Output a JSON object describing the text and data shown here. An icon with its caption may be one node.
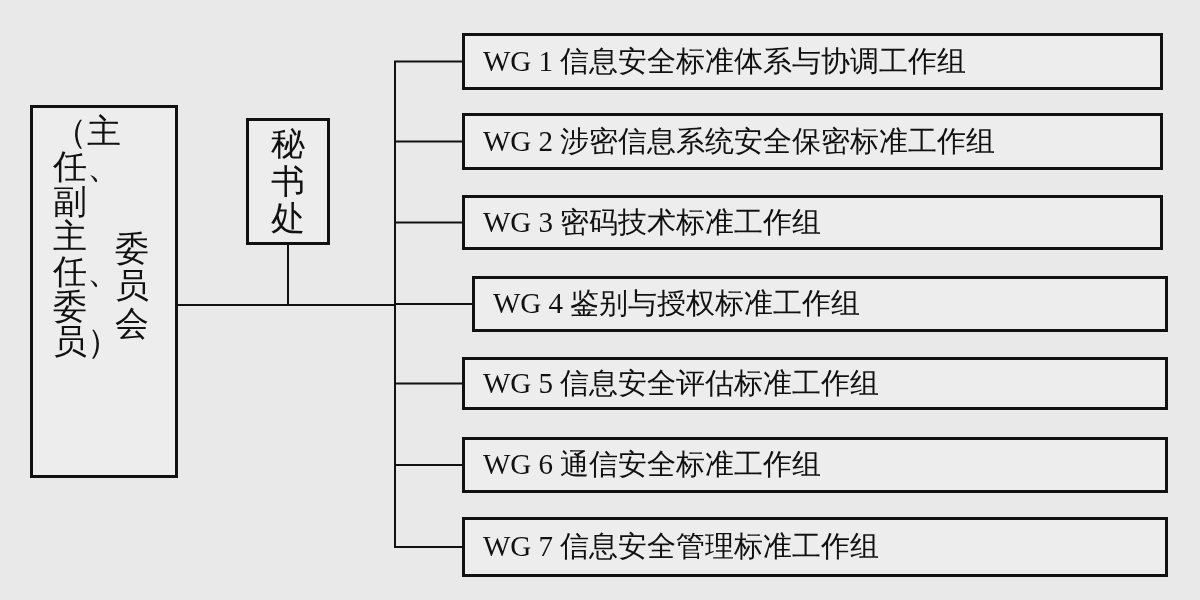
{
  "diagram": {
    "nodes": [
      {
        "text": [
          "（主任、副主任、委员）",
          "委员会"
        ]
      },
      {
        "text": [
          "秘书处"
        ]
      },
      {
        "text": [
          "WG 1 信息安全标准体系与协调工作组"
        ]
      },
      {
        "text": [
          "WG 2 涉密信息系统安全保密标准工作组"
        ]
      },
      {
        "text": [
          "WG 3 密码技术标准工作组"
        ]
      },
      {
        "text": [
          "WG 4 鉴别与授权标准工作组"
        ]
      },
      {
        "text": [
          "WG 5 信息安全评估标准工作组"
        ]
      },
      {
        "text": [
          "WG 6 通信安全标准工作组"
        ]
      },
      {
        "text": [
          "WG 7 信息安全管理标准工作组"
        ]
      }
    ],
    "edges": [
      {
        "from": 0,
        "to": 1,
        "arrow": "none"
      },
      {
        "from": 0,
        "to": 2,
        "arrow": "none"
      },
      {
        "from": 0,
        "to": 3,
        "arrow": "none"
      },
      {
        "from": 0,
        "to": 4,
        "arrow": "none"
      },
      {
        "from": 0,
        "to": 5,
        "arrow": "none"
      },
      {
        "from": 0,
        "to": 6,
        "arrow": "none"
      },
      {
        "from": 0,
        "to": 7,
        "arrow": "none"
      },
      {
        "from": 0,
        "to": 8,
        "arrow": "none"
      }
    ]
  }
}
